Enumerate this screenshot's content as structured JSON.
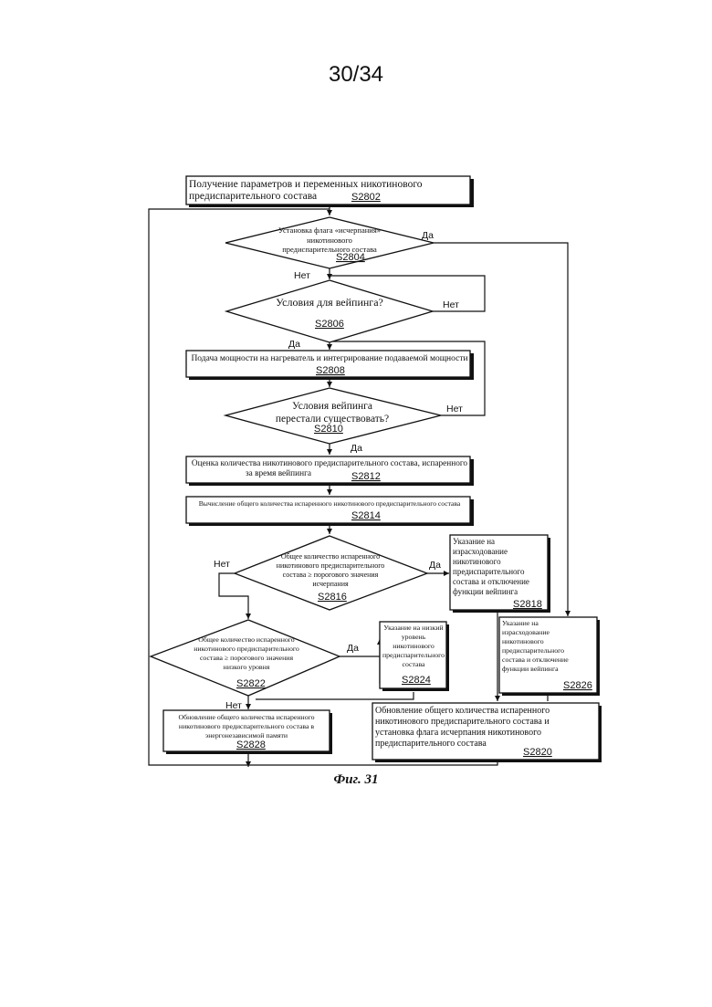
{
  "page_number": "30/34",
  "figure_caption": "Фиг. 31",
  "labels": {
    "yes": "Да",
    "no": "Нет"
  },
  "steps": {
    "s2802": {
      "id": "S2802",
      "lines": [
        "Получение параметров и переменных никотинового",
        "предиспарительного состава"
      ]
    },
    "s2804": {
      "id": "S2804",
      "lines": [
        "Установка флага «исчерпания»",
        "никотинового",
        "предиспарительного состава"
      ]
    },
    "s2806": {
      "id": "S2806",
      "lines": [
        "Условия для вейпинга?"
      ]
    },
    "s2808": {
      "id": "S2808",
      "lines": [
        "Подача мощности на нагреватель и интегрирование подаваемой мощности"
      ]
    },
    "s2810": {
      "id": "S2810",
      "lines": [
        "Условия вейпинга",
        "перестали существовать?"
      ]
    },
    "s2812": {
      "id": "S2812",
      "lines": [
        "Оценка количества никотинового предиспарительного состава, испаренного",
        "за время вейпинга"
      ]
    },
    "s2814": {
      "id": "S2814",
      "lines": [
        "Вычисление общего количества испаренного никотинового предиспарительного состава"
      ]
    },
    "s2816": {
      "id": "S2816",
      "lines": [
        "Общее количество испаренного",
        "никотинового предиспарительного",
        "состава ≥ порогового значения",
        "исчерпания"
      ]
    },
    "s2818": {
      "id": "S2818",
      "lines": [
        "Указание на",
        "израсходование",
        "никотинового",
        "предиспарительного",
        "состава и отключение",
        "функции вейпинга"
      ]
    },
    "s2822": {
      "id": "S2822",
      "lines": [
        "Общее количество испаренного",
        "никотинового предиспарительного",
        "состава ≥ порогового значения",
        "низкого уровня"
      ]
    },
    "s2824": {
      "id": "S2824",
      "lines": [
        "Указание на низкий",
        "уровень",
        "никотинового",
        "предиспарительного",
        "состава"
      ]
    },
    "s2826": {
      "id": "S2826",
      "lines": [
        "Указание на",
        "израсходование",
        "никотинового",
        "предиспарительного",
        "состава и отключение",
        "функции вейпинга"
      ]
    },
    "s2828": {
      "id": "S2828",
      "lines": [
        "Обновление общего количества испаренного",
        "никотинового предиспарительного состава в",
        "энергонезависимой памяти"
      ]
    },
    "s2820": {
      "id": "S2820",
      "lines": [
        "Обновление общего количества испаренного",
        "никотинового предиспарительного состава и",
        "установка флага исчерпания никотинового",
        "предиспарительного состава"
      ]
    }
  }
}
